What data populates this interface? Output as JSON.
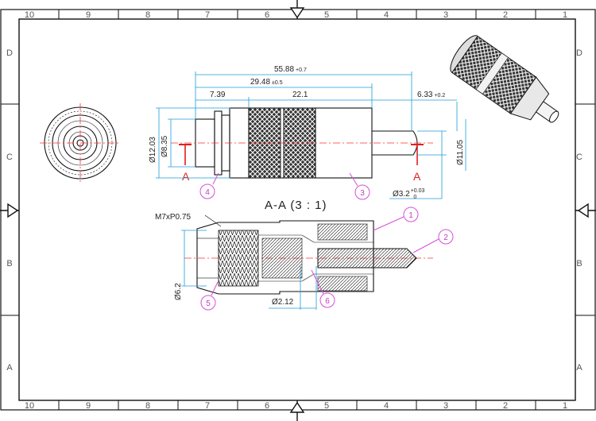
{
  "frame": {
    "columns_top": [
      "10",
      "9",
      "8",
      "7",
      "6",
      "5",
      "4",
      "3",
      "2",
      "1"
    ],
    "columns_bottom": [
      "10",
      "9",
      "8",
      "7",
      "6",
      "5",
      "4",
      "3",
      "2",
      "1"
    ],
    "rows_left": [
      "D",
      "C",
      "B",
      "A"
    ],
    "rows_right": [
      "D",
      "C",
      "B",
      "A"
    ]
  },
  "dimensions": {
    "overall": "55.88",
    "overall_tol": "+0.7",
    "mid": "29.48",
    "mid_tol": "±0.5",
    "left": "7.39",
    "knurl": "22.1",
    "pin": "6.33",
    "pin_tol": "+0.2",
    "dia_body": "Ø12.03",
    "dia_inner": "Ø8.35",
    "dia_right": "Ø11.05",
    "dia_pin": "Ø3.2",
    "dia_pin_tol_upper": "+0.03",
    "dia_pin_tol_lower": "0",
    "thread": "M7xP0.75",
    "dia_bottom": "Ø6.2",
    "dia_small": "Ø2.12"
  },
  "section": {
    "title": "A-A  (3 : 1)",
    "marker_left": "A",
    "marker_right": "A"
  },
  "balloons": [
    "1",
    "2",
    "3",
    "4",
    "5",
    "6"
  ],
  "colors": {
    "dimension": "#1b9bd7",
    "centerline": "#ff3030",
    "balloon": "#d64fd6",
    "outline": "#111111"
  }
}
